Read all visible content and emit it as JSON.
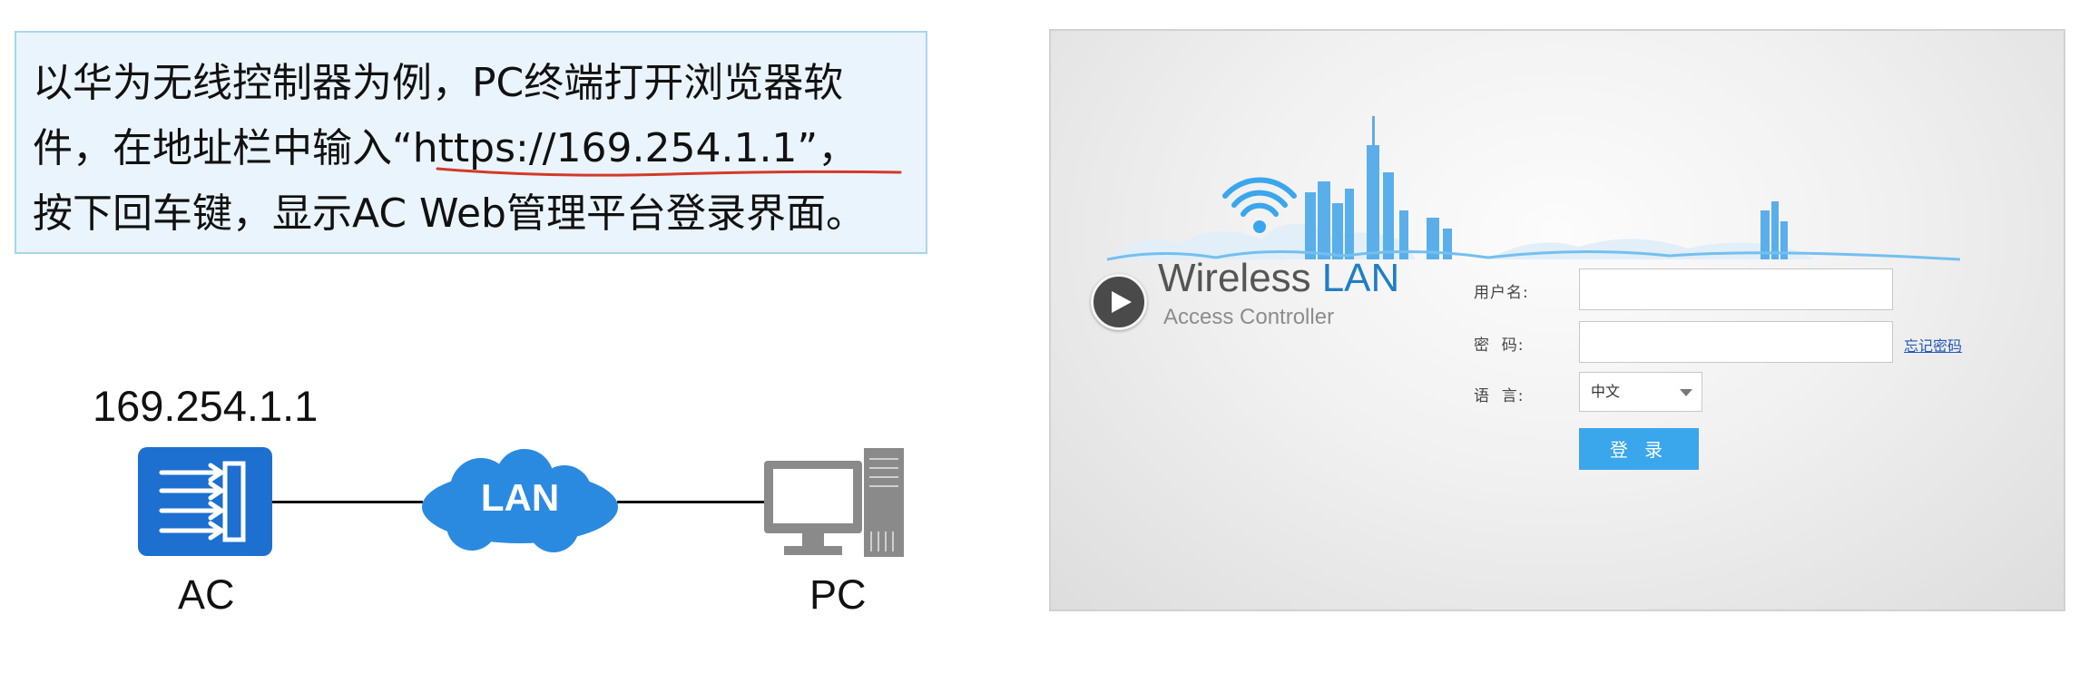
{
  "note": {
    "lines": [
      "以华为无线控制器为例，PC终端打开浏览器软",
      "件，在地址栏中输入“https://169.254.1.1”，",
      "按下回车键，显示AC Web管理平台登录界面。"
    ]
  },
  "diagram": {
    "ip": "169.254.1.1",
    "ac_label": "AC",
    "cloud_label": "LAN",
    "pc_label": "PC"
  },
  "login": {
    "brand_main": "Wireless",
    "brand_accent": "LAN",
    "brand_sub": "Access Controller",
    "username_label": "用户名:",
    "username_value": "",
    "password_label": "密  码:",
    "password_value": "",
    "forgot_link": "忘记密码",
    "language_label": "语  言:",
    "language_value": "中文",
    "login_button": "登 录"
  },
  "colors": {
    "accent": "#3aa6ec",
    "brand_blue": "#1f7fc4",
    "ac_icon_blue": "#1d6fd0",
    "cloud_blue": "#2a8ae0",
    "annotation_red": "#d23a2a"
  },
  "icons": [
    "wifi-icon",
    "play-icon",
    "eye-icon",
    "ac-device-icon",
    "lan-cloud-icon",
    "pc-icon",
    "chevron-down-icon"
  ]
}
